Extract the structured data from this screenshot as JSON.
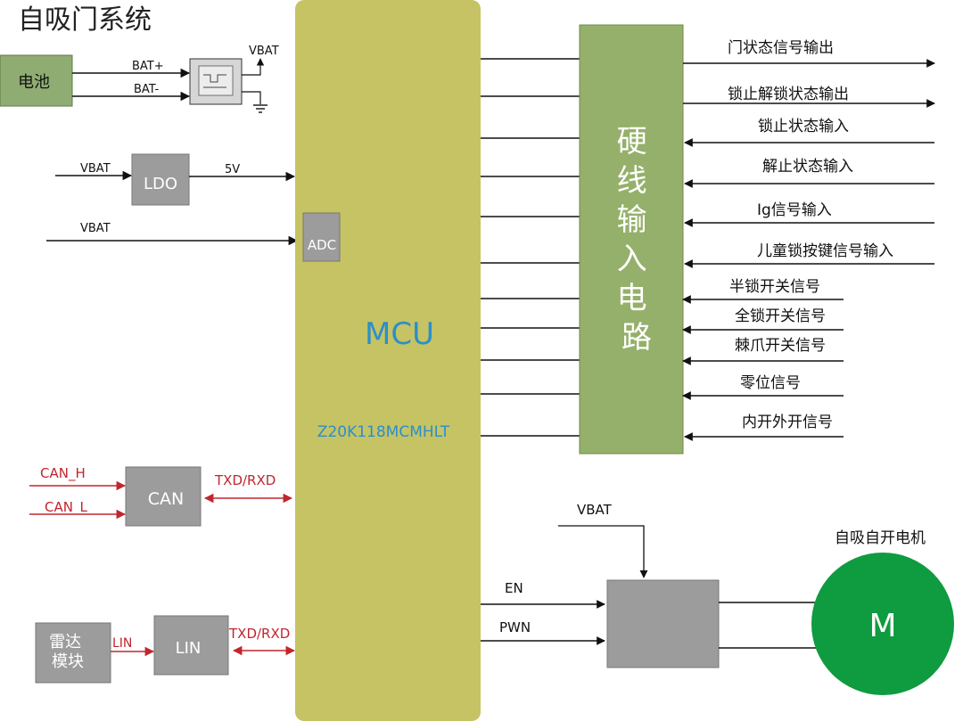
{
  "title": "自吸门系统",
  "colors": {
    "mcu_fill": "#c6c364",
    "mcu_text": "#2b8fc9",
    "hw_fill": "#95b06a",
    "green_box": "#8fac72",
    "grey_box": "#9c9c9c",
    "motor": "#0f9b3f",
    "red": "#c0262d",
    "line": "#111111"
  },
  "battery": {
    "label": "电池",
    "bat_plus": "BAT+",
    "bat_minus": "BAT-",
    "vbat": "VBAT"
  },
  "ldo": {
    "label": "LDO",
    "in": "VBAT",
    "out": "5V"
  },
  "adc": {
    "label": "ADC",
    "in": "VBAT"
  },
  "mcu": {
    "label": "MCU",
    "model": "Z20K118MCMHLT"
  },
  "hw_input": {
    "label": "硬线输入电路"
  },
  "signals_out": [
    "门状态信号输出",
    "锁止解锁状态输出"
  ],
  "signals_in": [
    "锁止状态输入",
    "解止状态输入",
    "Ig信号输入",
    "儿童锁按键信号输入",
    "半锁开关信号",
    "全锁开关信号",
    "棘爪开关信号",
    "零位信号",
    "内开外开信号"
  ],
  "can": {
    "label": "CAN",
    "h": "CAN_H",
    "l": "CAN_L",
    "bus": "TXD/RXD"
  },
  "lin": {
    "label": "LIN",
    "radar": "雷达模块",
    "link": "LIN",
    "bus": "TXD/RXD"
  },
  "driver": {
    "vbat": "VBAT",
    "en": "EN",
    "pwm": "PWN"
  },
  "motor": {
    "label": "M",
    "title": "自吸自开电机"
  }
}
